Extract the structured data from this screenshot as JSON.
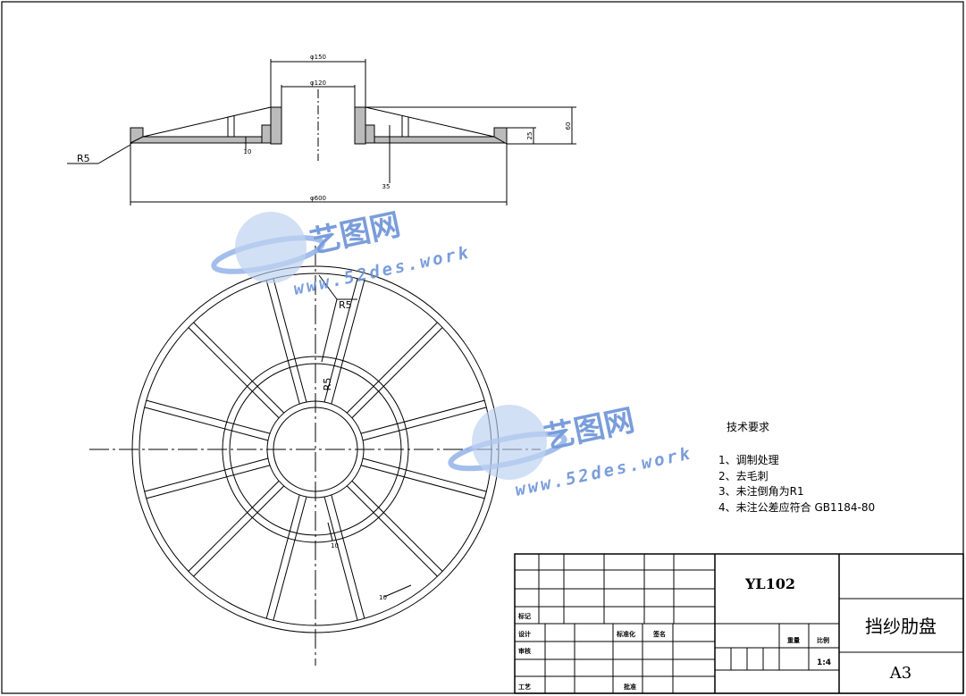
{
  "section_view": {
    "dim_outer_hub": "φ150",
    "dim_inner_hub": "φ120",
    "dim_height_total": "60",
    "dim_height_flange": "25",
    "dim_rib": "10",
    "dim_depth": "35",
    "dim_overall": "φ600",
    "radius_label": "R5"
  },
  "top_view": {
    "radius_label_outer": "R5",
    "radius_label_inner": "R5",
    "rib_width_1": "10",
    "rib_width_2": "10"
  },
  "notes": {
    "heading": "技术要求",
    "items": [
      "1、调制处理",
      "2、去毛刺",
      "3、未注倒角为R1",
      "4、未注公差应符合 GB1184-80"
    ]
  },
  "title_block": {
    "drawing_no": "YL102",
    "part_name": "挡纱肋盘",
    "sheet_size": "A3",
    "scale_label": "比例",
    "scale_value": "1:4",
    "weight_label": "重量",
    "mark_label": "标记",
    "design_label": "设计",
    "standardize_label": "标准化",
    "sign_label": "签名",
    "review_label": "审核",
    "process_label": "工艺",
    "approve_label": "批准"
  },
  "watermark": {
    "title": "艺图网",
    "url": "www.52des.work"
  },
  "colors": {
    "line": "#000000",
    "watermark": "#6c93d8",
    "watermark_light": "#b9cef0"
  }
}
